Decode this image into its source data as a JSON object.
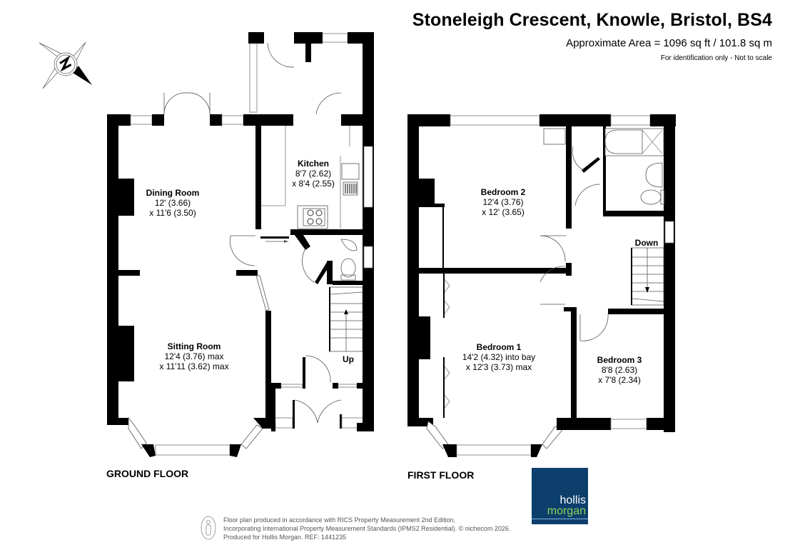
{
  "header": {
    "title": "Stoneleigh Crescent, Knowle, Bristol, BS4",
    "area": "Approximate Area = 1096 sq ft / 101.8 sq m",
    "note": "For identification only - Not to scale"
  },
  "compass": {
    "label": "N",
    "icon": "compass-rose-icon"
  },
  "ground_floor": {
    "label": "GROUND FLOOR",
    "rooms": [
      {
        "name": "Dining Room",
        "dim1": "12' (3.66)",
        "dim2": "x 11'6 (3.50)"
      },
      {
        "name": "Kitchen",
        "dim1": "8'7 (2.62)",
        "dim2": "x 8'4 (2.55)"
      },
      {
        "name": "Sitting Room",
        "dim1": "12'4 (3.76) max",
        "dim2": "x 11'11 (3.62) max"
      }
    ],
    "stairs_label": "Up"
  },
  "first_floor": {
    "label": "FIRST FLOOR",
    "rooms": [
      {
        "name": "Bedroom 2",
        "dim1": "12'4 (3.76)",
        "dim2": "x 12' (3.65)"
      },
      {
        "name": "Bedroom 1",
        "dim1": "14'2 (4.32) into bay",
        "dim2": "x 12'3 (3.73) max"
      },
      {
        "name": "Bedroom 3",
        "dim1": "8'8 (2.63)",
        "dim2": "x 7'8 (2.34)"
      }
    ],
    "stairs_label": "Down"
  },
  "footer": {
    "line1": "Floor plan produced in accordance with RICS Property Measurement 2nd Edition,",
    "line2": "Incorporating International Property Measurement Standards (IPMS2 Residential).   © nichecom 2026.",
    "line3": "Produced for Hollis Morgan.    REF: 1441235"
  },
  "logo": {
    "line1": "hollis",
    "line2": "morgan",
    "bg": "#0c3f6b",
    "accent": "#8cd05a"
  }
}
